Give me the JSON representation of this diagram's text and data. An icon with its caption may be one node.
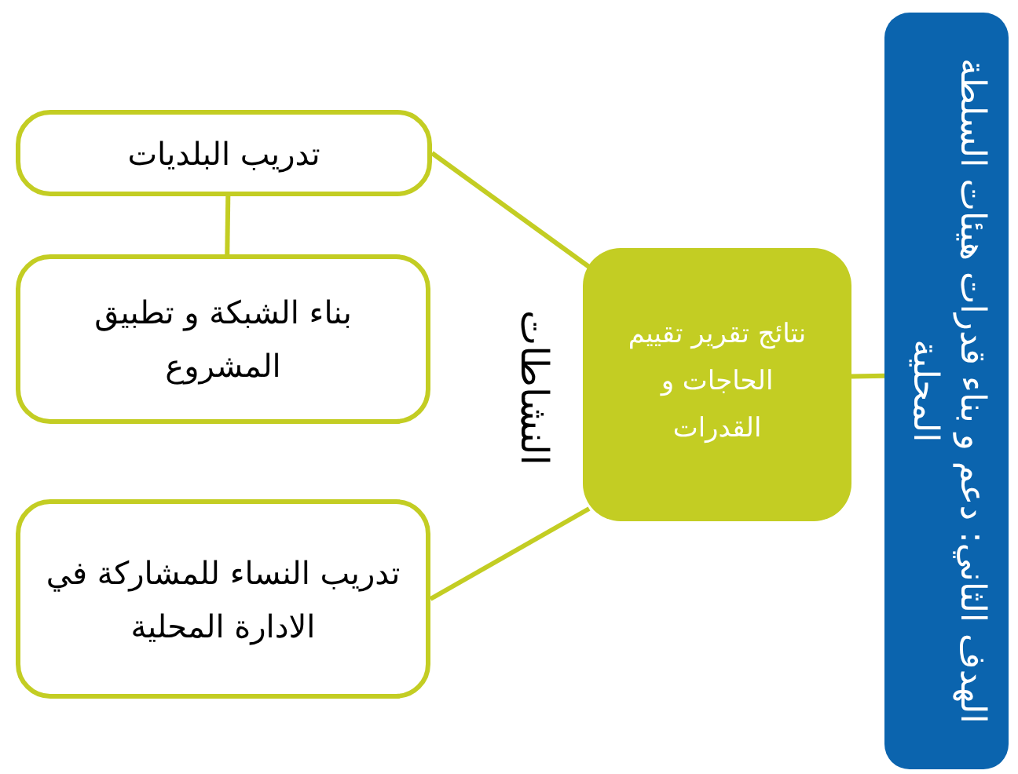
{
  "diagram": {
    "nodes": [
      {
        "text": [
          "الهدف الثاني: دعم و بناء قدرات هيئات السلطة المحلية"
        ]
      },
      {
        "text": [
          "نتائج تقرير تقييم الحاجات و القدرات"
        ]
      },
      {
        "text": [
          "تدريب البلديات"
        ]
      },
      {
        "text": [
          "بناء الشبكة و تطبيق المشروع"
        ]
      },
      {
        "text": [
          "تدريب النساء للمشاركة في الادارة المحلية"
        ]
      }
    ],
    "edges": [
      {
        "from": 0,
        "to": 1,
        "arrow": "none"
      },
      {
        "from": 1,
        "to": 2,
        "arrow": "none"
      },
      {
        "from": 1,
        "to": 4,
        "arrow": "none"
      },
      {
        "from": 2,
        "to": 3,
        "arrow": "none"
      }
    ],
    "labels": [
      "النشاطات"
    ]
  }
}
